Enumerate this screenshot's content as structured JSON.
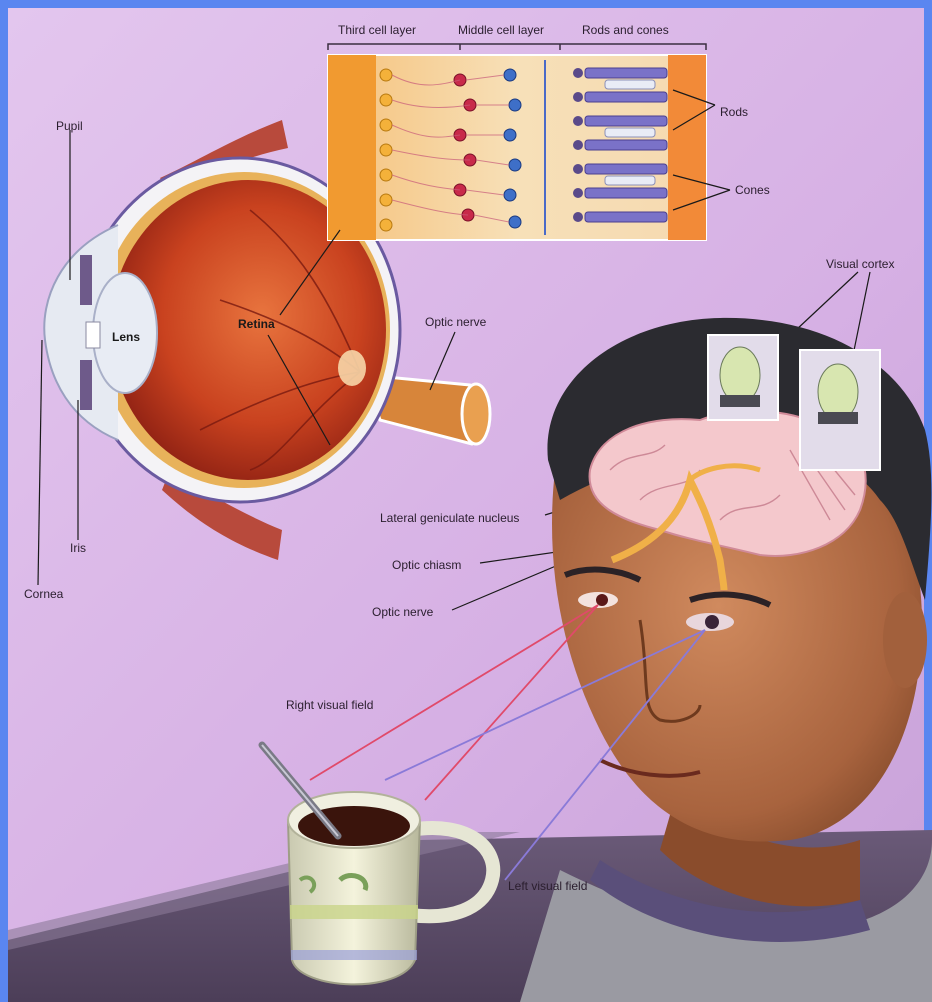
{
  "retina_layers": {
    "third_cell_layer": "Third cell layer",
    "middle_cell_layer": "Middle cell layer",
    "rods_and_cones": "Rods and cones"
  },
  "eye_labels": {
    "pupil": "Pupil",
    "lens": "Lens",
    "retina": "Retina",
    "optic_nerve": "Optic nerve",
    "iris": "Iris",
    "cornea": "Cornea"
  },
  "cell_labels": {
    "rods": "Rods",
    "cones": "Cones"
  },
  "brain_labels": {
    "visual_cortex": "Visual cortex",
    "lateral_geniculate_nucleus": "Lateral geniculate nucleus",
    "optic_chiasm": "Optic chiasm",
    "optic_nerve": "Optic nerve"
  },
  "field_labels": {
    "right_visual_field": "Right visual field",
    "left_visual_field": "Left visual field"
  },
  "colors": {
    "frame": "#5a86f0",
    "background": "#d9b4e6",
    "sclera": "#f2f2f4",
    "retina": "#c0381d",
    "skin": "#b7704a",
    "hair": "#2a2a2e",
    "brain": "#f2c3c8",
    "right_ray": "#e04a6a",
    "left_ray": "#8a7ad8"
  }
}
